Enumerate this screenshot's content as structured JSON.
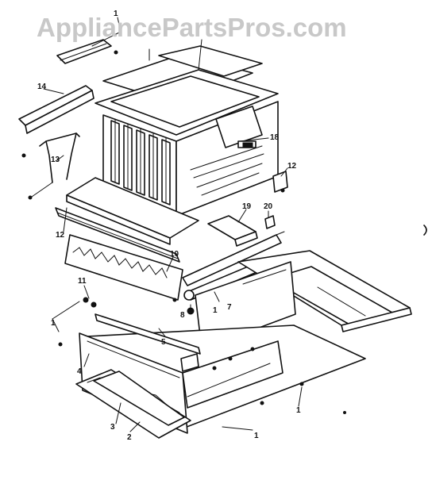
{
  "watermark": {
    "text": "AppliancePartsPros.com"
  },
  "callouts": [
    {
      "id": "1",
      "label": "1"
    },
    {
      "id": "2",
      "label": "2"
    },
    {
      "id": "3",
      "label": "3"
    },
    {
      "id": "4",
      "label": "4"
    },
    {
      "id": "5",
      "label": "5"
    },
    {
      "id": "7",
      "label": "7"
    },
    {
      "id": "8",
      "label": "8"
    },
    {
      "id": "10",
      "label": "10"
    },
    {
      "id": "11",
      "label": "11"
    },
    {
      "id": "12",
      "label": "12"
    },
    {
      "id": "13",
      "label": "13"
    },
    {
      "id": "14",
      "label": "14"
    },
    {
      "id": "18",
      "label": "18"
    },
    {
      "id": "19",
      "label": "19"
    },
    {
      "id": "20",
      "label": "20"
    }
  ]
}
